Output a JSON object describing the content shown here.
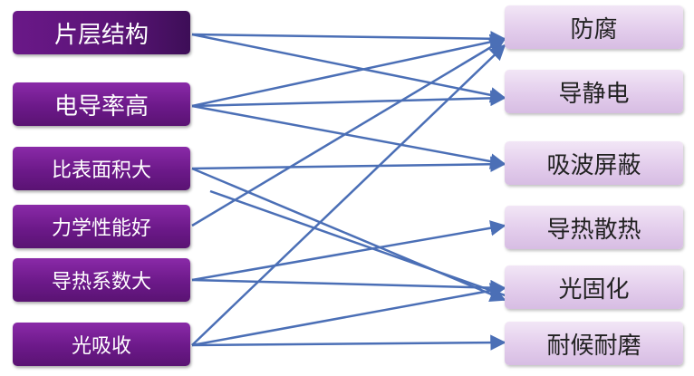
{
  "properties": [
    {
      "label": "片层结构"
    },
    {
      "label": "电导率高"
    },
    {
      "label": "比表面积大"
    },
    {
      "label": "力学性能好"
    },
    {
      "label": "导热系数大"
    },
    {
      "label": "光吸收"
    }
  ],
  "applications": [
    {
      "label": "防腐"
    },
    {
      "label": "导静电"
    },
    {
      "label": "吸波屏蔽"
    },
    {
      "label": "导热散热"
    },
    {
      "label": "光固化"
    },
    {
      "label": "耐候耐磨"
    }
  ],
  "links": [
    {
      "from": 0,
      "to": 0
    },
    {
      "from": 0,
      "to": 1
    },
    {
      "from": 1,
      "to": 0
    },
    {
      "from": 1,
      "to": 1
    },
    {
      "from": 1,
      "to": 2
    },
    {
      "from": 2,
      "to": 2
    },
    {
      "from": 2,
      "to": 4
    },
    {
      "from": 2,
      "to": 4
    },
    {
      "from": 3,
      "to": 0
    },
    {
      "from": 4,
      "to": 3
    },
    {
      "from": 4,
      "to": 4
    },
    {
      "from": 5,
      "to": 0
    },
    {
      "from": 5,
      "to": 4
    },
    {
      "from": 5,
      "to": 5
    }
  ],
  "colors": {
    "arrow": "#4b6fb6",
    "left_fill": "#6c1989",
    "right_fill": "#e3cdec"
  }
}
